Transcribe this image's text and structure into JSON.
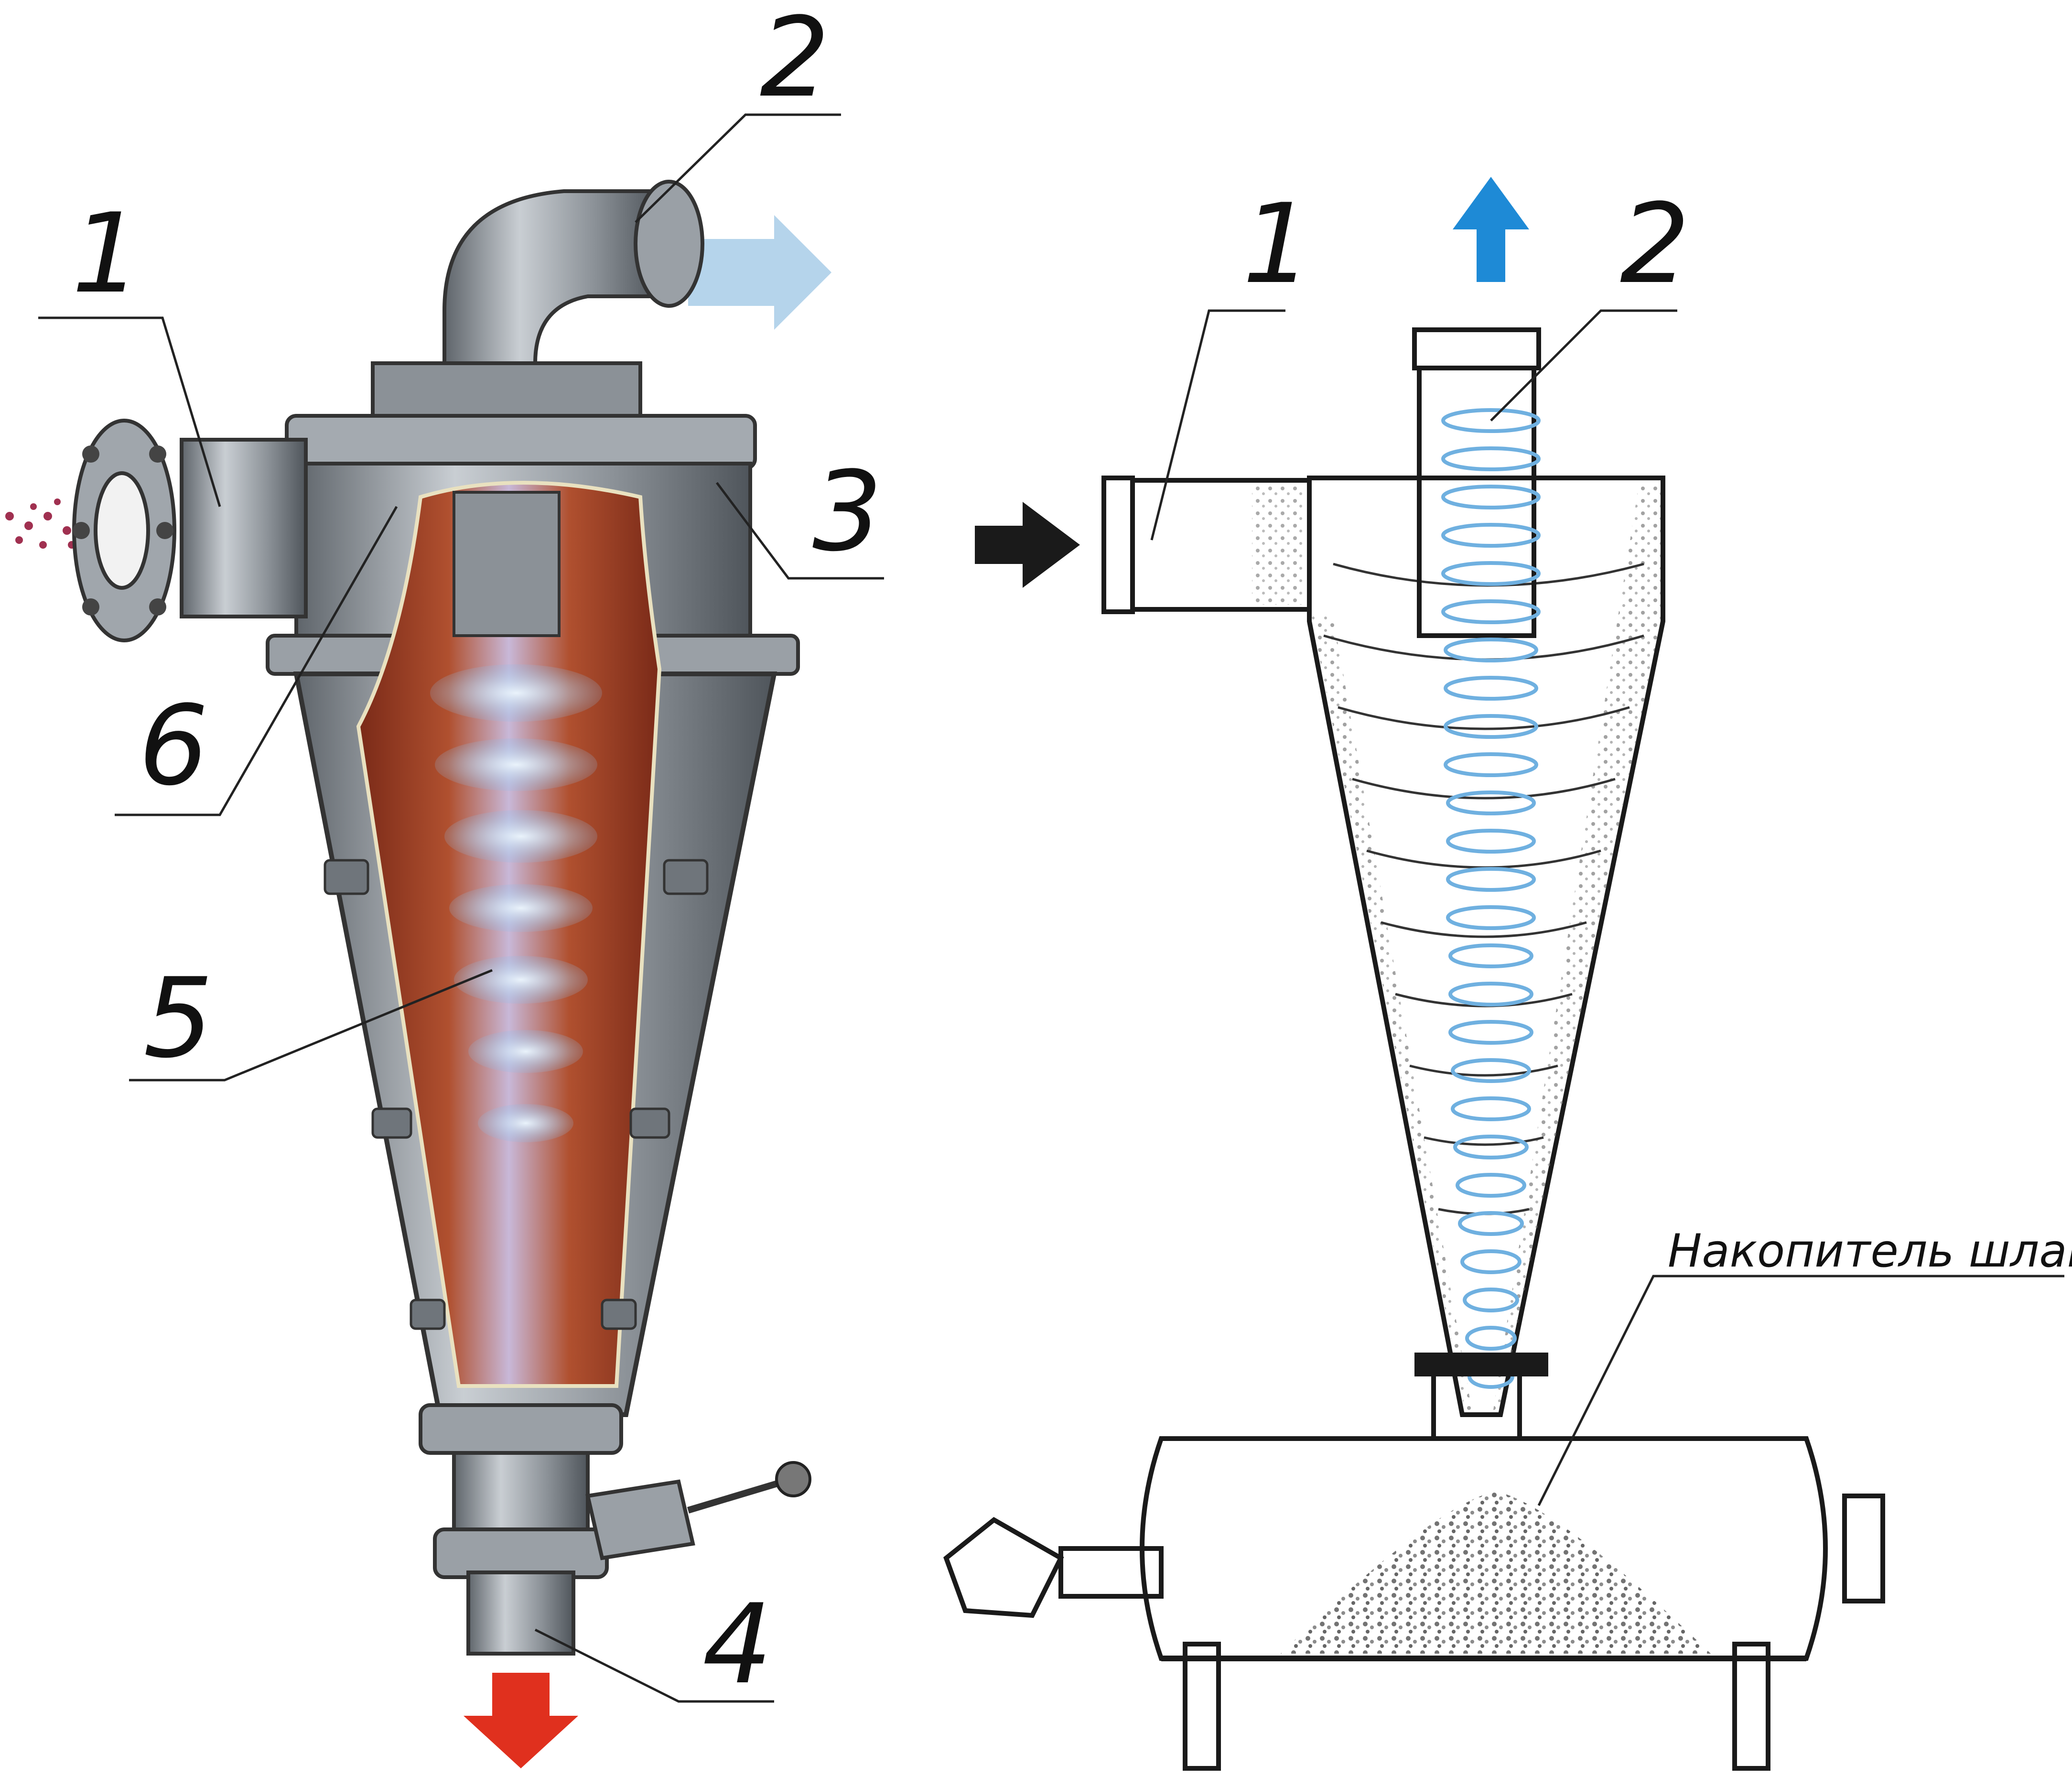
{
  "left_figure": {
    "callouts": [
      "1",
      "2",
      "3",
      "4",
      "5",
      "6"
    ]
  },
  "right_figure": {
    "callouts": [
      "1",
      "2"
    ],
    "caption": "Накопитель шлама"
  },
  "colors": {
    "steel": "#9aa0a6",
    "steel_dark": "#5f656b",
    "sludge": "#9a3a22",
    "water_blue": "#7fb7e0",
    "arrow_out_blue": "#1e8ad6",
    "arrow_down_red": "#e0301e",
    "arrow_in_black": "#1a1a1a"
  },
  "icons": {
    "outflow_left": "light-blue-arrow-right",
    "sludge_out": "red-arrow-down",
    "inflow_right": "black-arrow-right",
    "overflow_right": "blue-arrow-up"
  }
}
